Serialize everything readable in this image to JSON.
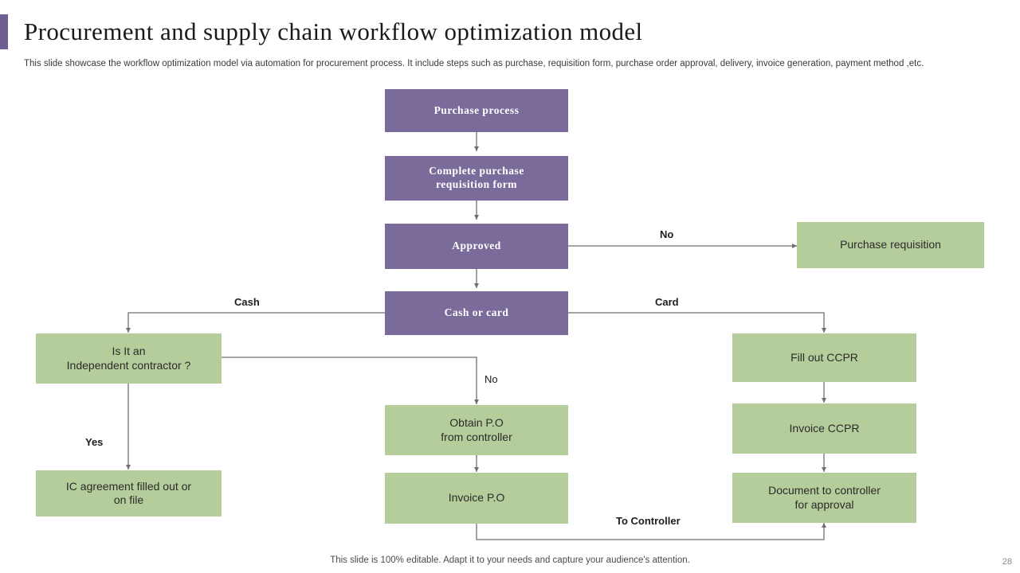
{
  "slide": {
    "title": "Procurement and supply chain workflow optimization model",
    "subtitle": "This slide showcase the workflow optimization model via automation for procurement process. It include steps such as purchase, requisition form, purchase order approval, delivery, invoice generation, payment method ,etc.",
    "footer": "This slide is 100% editable. Adapt it to your needs and capture your audience's attention.",
    "page_number": "28",
    "accent_color": "#6d6090"
  },
  "diagram": {
    "type": "flowchart",
    "node_colors": {
      "purple": "#7a6b9b",
      "green": "#b5cc9b"
    },
    "nodes": [
      {
        "id": "purchase-process",
        "label": "Purchase process",
        "style": "purple"
      },
      {
        "id": "complete-purchase-requisition-form",
        "label": "Complete purchase\nrequisition form",
        "style": "purple"
      },
      {
        "id": "approved",
        "label": "Approved",
        "style": "purple"
      },
      {
        "id": "cash-or-card",
        "label": "Cash or card",
        "style": "purple"
      },
      {
        "id": "purchase-requisition",
        "label": "Purchase requisition",
        "style": "green"
      },
      {
        "id": "is-it-an-independent-contractor",
        "label": "Is It an\nIndependent contractor ?",
        "style": "green"
      },
      {
        "id": "ic-agreement-filled-out-or-on-file",
        "label": "IC agreement filled out or\non file",
        "style": "green"
      },
      {
        "id": "obtain-po-from-controller",
        "label": "Obtain P.O\nfrom controller",
        "style": "green"
      },
      {
        "id": "invoice-po",
        "label": "Invoice P.O",
        "style": "green"
      },
      {
        "id": "fill-out-ccpr",
        "label": "Fill out CCPR",
        "style": "green"
      },
      {
        "id": "invoice-ccpr",
        "label": "Invoice CCPR",
        "style": "green"
      },
      {
        "id": "document-to-controller-for-approval",
        "label": "Document to controller\nfor approval",
        "style": "green"
      }
    ],
    "edge_labels": [
      {
        "id": "no-approved",
        "text": "No"
      },
      {
        "id": "cash",
        "text": "Cash"
      },
      {
        "id": "card",
        "text": "Card"
      },
      {
        "id": "no-contractor",
        "text": "No"
      },
      {
        "id": "yes-contractor",
        "text": "Yes"
      },
      {
        "id": "to-controller",
        "text": "To Controller"
      }
    ]
  }
}
